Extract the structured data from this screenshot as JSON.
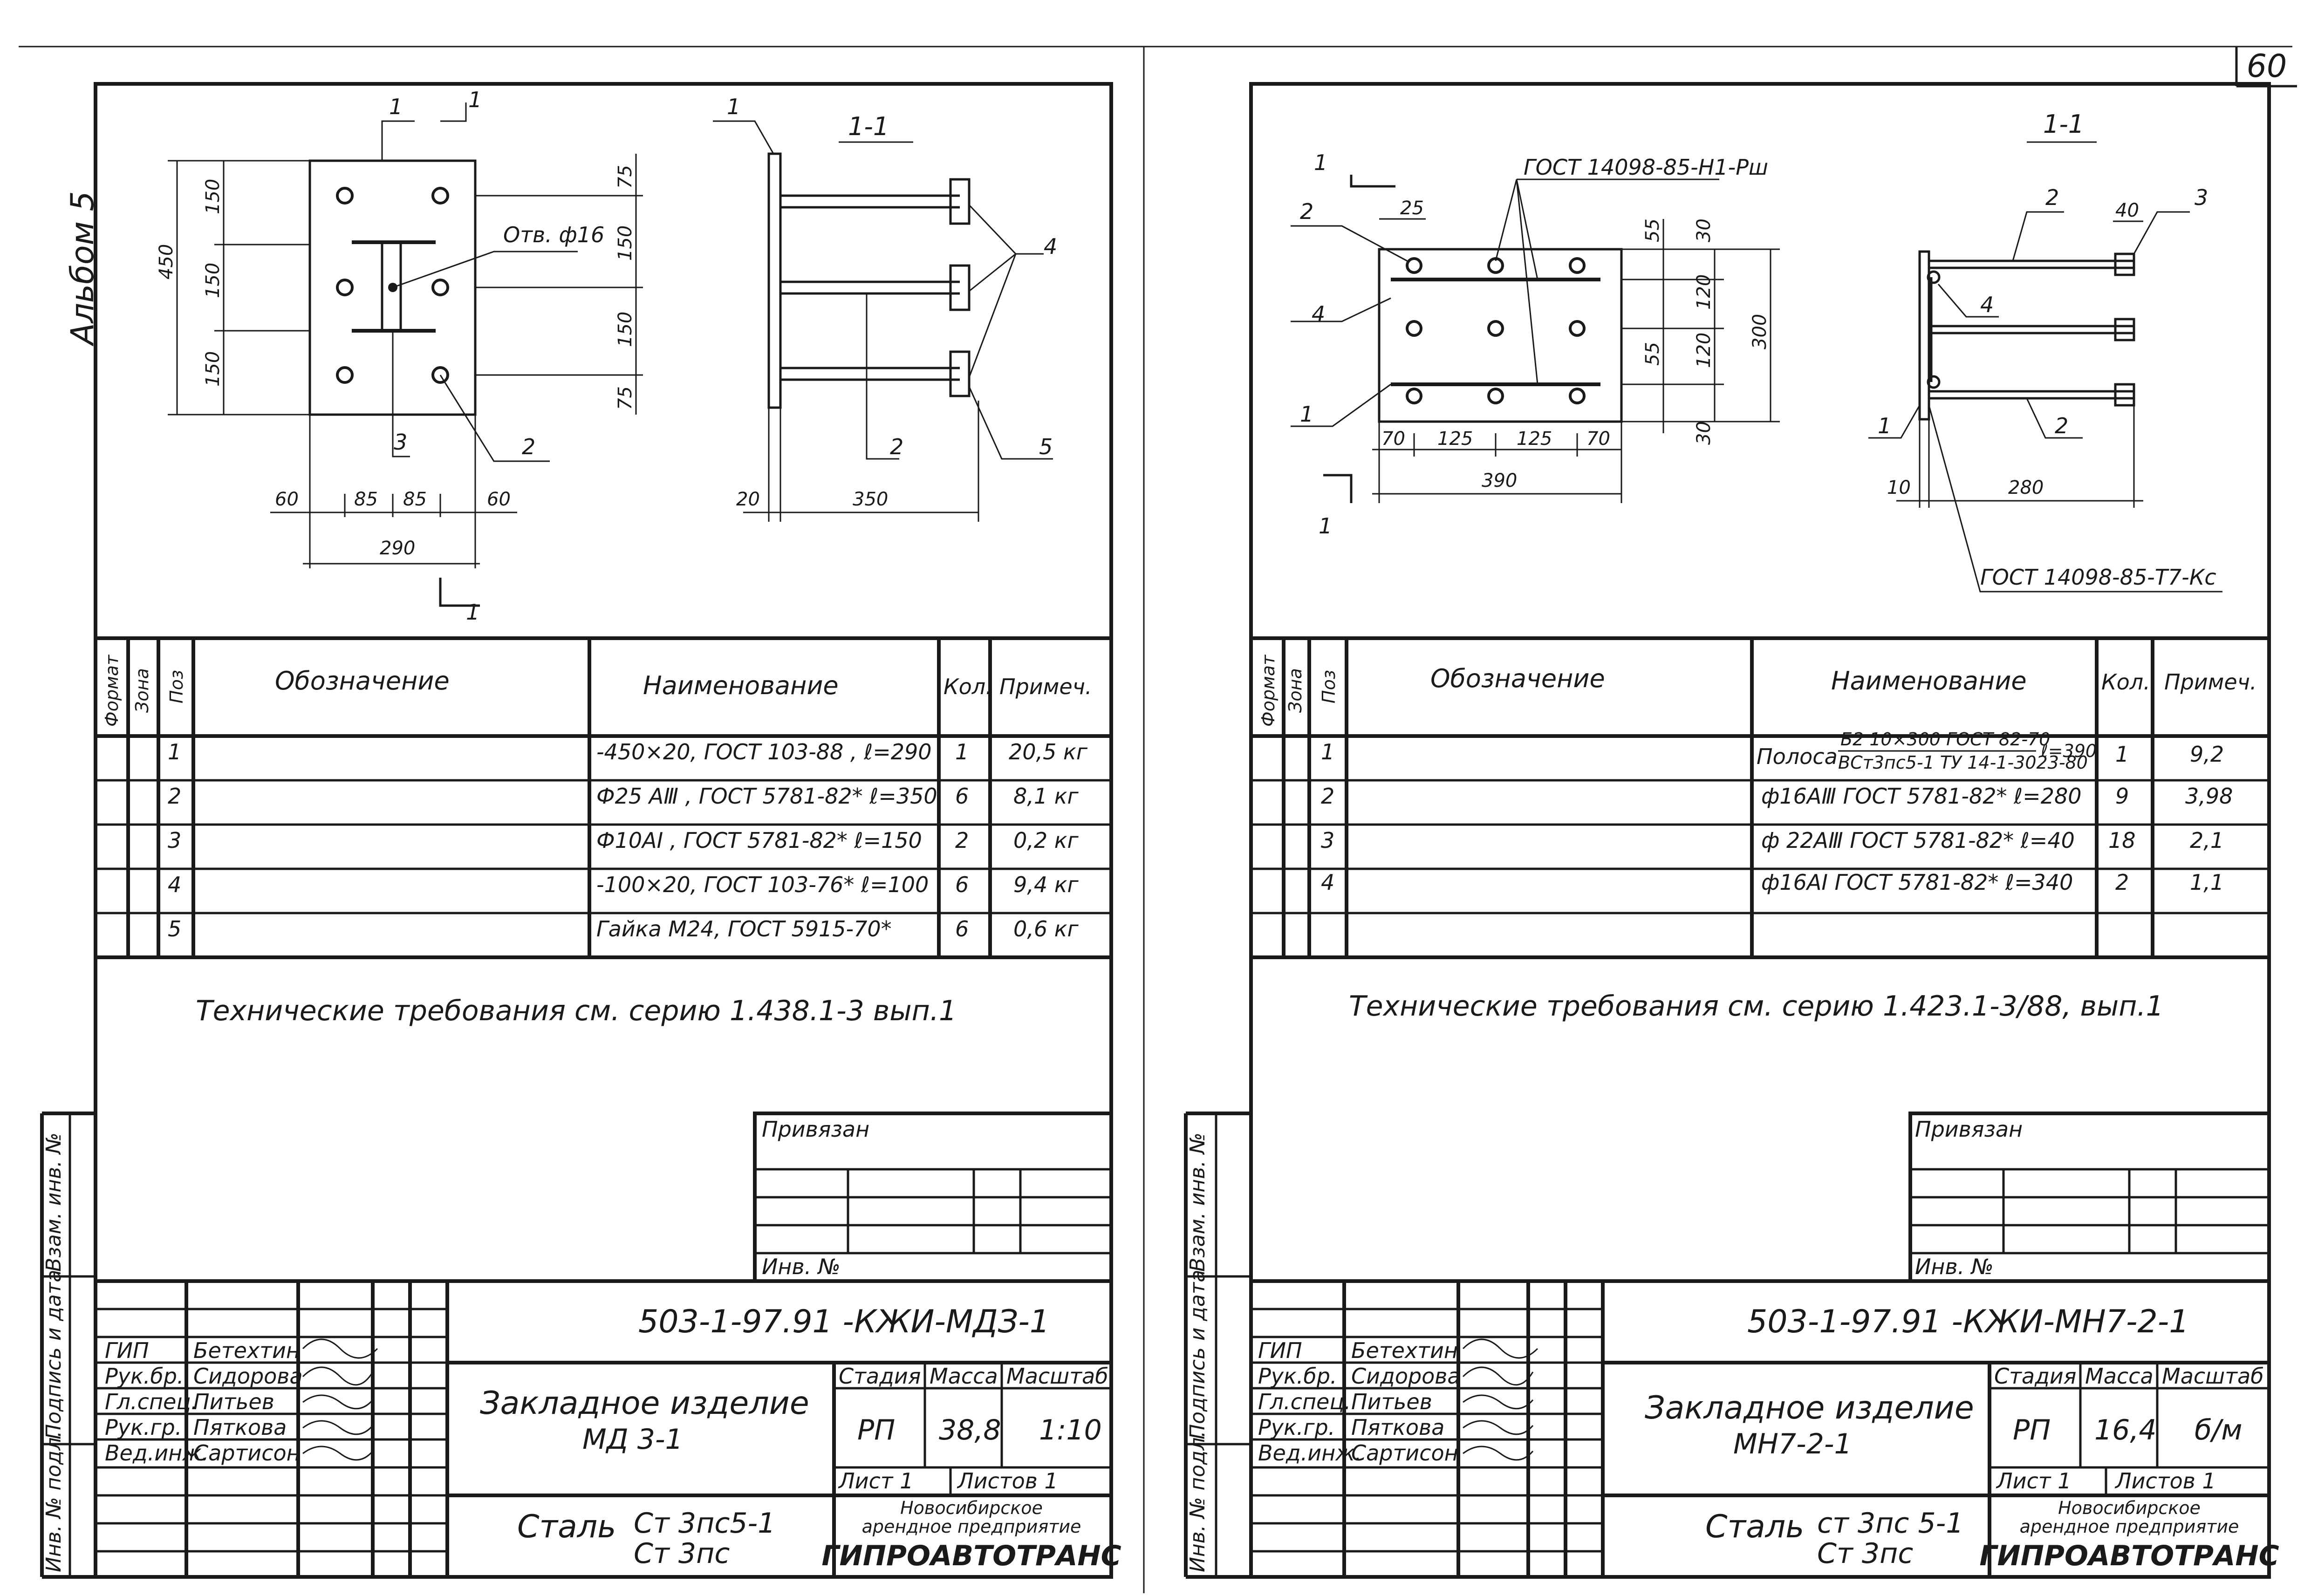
{
  "page_number": "60",
  "album_label": "Альбом 5",
  "left_sheet": {
    "drawing": {
      "labels": {
        "pos1": "1",
        "pos2": "2",
        "pos3": "3",
        "pos4": "4",
        "pos5": "5",
        "section_mark": "1",
        "section_title": "1-1",
        "hole_note": "Отв. ф16"
      },
      "dims": {
        "d450": "450",
        "d150a": "150",
        "d150b": "150",
        "d150c": "150",
        "r75a": "75",
        "r150a": "150",
        "r150b": "150",
        "r75b": "75",
        "b60a": "60",
        "b85a": "85",
        "b85b": "85",
        "b60b": "60",
        "b290": "290",
        "s20": "20",
        "s350": "350"
      }
    },
    "table": {
      "headers": {
        "format": "Формат",
        "zone": "Зона",
        "pos": "Поз",
        "designation": "Обозначение",
        "name": "Наименование",
        "qty": "Кол.",
        "note": "Примеч."
      },
      "rows": [
        {
          "pos": "1",
          "name": "-450×20, ГОСТ 103-88 ,    ℓ=290",
          "qty": "1",
          "note": "20,5 кг"
        },
        {
          "pos": "2",
          "name": "Ф25 АⅢ , ГОСТ 5781-82*   ℓ=350",
          "qty": "6",
          "note": "8,1 кг"
        },
        {
          "pos": "3",
          "name": "Ф10АI , ГОСТ 5781-82*  ℓ=150",
          "qty": "2",
          "note": "0,2 кг"
        },
        {
          "pos": "4",
          "name": "-100×20, ГОСТ 103-76*  ℓ=100",
          "qty": "6",
          "note": "9,4 кг"
        },
        {
          "pos": "5",
          "name": "Гайка М24, ГОСТ 5915-70*",
          "qty": "6",
          "note": "0,6 кг"
        }
      ]
    },
    "tech_req": "Технические требования см. серию 1.438.1-3 вып.1",
    "privyazan": "Привязан",
    "inv_no": "Инв. №",
    "side_labels": [
      "Взам. инв. №",
      "Подпись и дата",
      "Инв. № подл."
    ],
    "title_block": {
      "code": "503-1-97.91 -КЖИ-МДЗ-1",
      "roles": [
        "ГИП",
        "Рук.бр.",
        "Гл.спец.",
        "Рук.гр.",
        "Вед.инж."
      ],
      "names": [
        "Бетехтин",
        "Сидорова",
        "Питьев",
        "Пяткова",
        "Сартисон"
      ],
      "item_title": "Закладное изделие",
      "item_code": "МД 3-1",
      "stage_label": "Стадия",
      "mass_label": "Масса",
      "scale_label": "Масштаб",
      "stage": "РП",
      "mass": "38,8",
      "scale": "1:10",
      "sheet": "Лист 1",
      "sheets": "Листов 1",
      "steel_label": "Сталь",
      "steel1": "Ст 3пс5-1",
      "steel2": "Ст 3пс",
      "org1": "Новосибирское",
      "org2": "арендное предприятие",
      "org3": "ГИПРОАВТОТРАНС"
    }
  },
  "right_sheet": {
    "drawing": {
      "labels": {
        "gost_top": "ГОСТ 14098-85-Н1-Рш",
        "gost_bottom": "ГОСТ 14098-85-Т7-Кс",
        "section_title": "1-1",
        "section_mark": "1",
        "pos1": "1",
        "pos2": "2",
        "pos3": "3",
        "pos4": "4"
      },
      "dims": {
        "d25": "25",
        "d55a": "55",
        "d30a": "30",
        "d120a": "120",
        "d55b": "55",
        "d120b": "120",
        "d30b": "30",
        "d300": "300",
        "d70a": "70",
        "d125a": "125",
        "d125b": "125",
        "d70b": "70",
        "d390": "390",
        "d40": "40",
        "d10": "10",
        "d280": "280"
      }
    },
    "table": {
      "headers": {
        "format": "Формат",
        "zone": "Зона",
        "pos": "Поз",
        "designation": "Обозначение",
        "name": "Наименование",
        "qty": "Кол.",
        "note": "Примеч."
      },
      "row1_prefix": "Полоса",
      "row1_top": "Б2 10×300 ГОСТ 82-70",
      "row1_bottom": "ВСт3пс5-1 ТУ 14-1-3023-80",
      "row1_len": "ℓ=390",
      "rows": [
        {
          "pos": "1",
          "name": "",
          "qty": "1",
          "note": "9,2"
        },
        {
          "pos": "2",
          "name": "ф16АⅢ ГОСТ 5781-82*    ℓ=280",
          "qty": "9",
          "note": "3,98"
        },
        {
          "pos": "3",
          "name": "ф 22АⅢ ГОСТ 5781-82*    ℓ=40",
          "qty": "18",
          "note": "2,1"
        },
        {
          "pos": "4",
          "name": "ф16АI ГОСТ 5781-82*  ℓ=340",
          "qty": "2",
          "note": "1,1"
        }
      ]
    },
    "tech_req": "Технические требования см. серию 1.423.1-3/88, вып.1",
    "privyazan": "Привязан",
    "inv_no": "Инв. №",
    "side_labels": [
      "Взам. инв. №",
      "Подпись и дата",
      "Инв. № подл."
    ],
    "title_block": {
      "code": "503-1-97.91 -КЖИ-МН7-2-1",
      "roles": [
        "ГИП",
        "Рук.бр.",
        "Гл.спец.",
        "Рук.гр.",
        "Вед.инж."
      ],
      "names": [
        "Бетехтин",
        "Сидорова",
        "Питьев",
        "Пяткова",
        "Сартисон"
      ],
      "item_title": "Закладное изделие",
      "item_code": "МН7-2-1",
      "stage_label": "Стадия",
      "mass_label": "Масса",
      "scale_label": "Масштаб",
      "stage": "РП",
      "mass": "16,4",
      "scale": "б/м",
      "sheet": "Лист 1",
      "sheets": "Листов 1",
      "steel_label": "Сталь",
      "steel1": "ст 3пс 5-1",
      "steel2": "Ст 3пс",
      "org1": "Новосибирское",
      "org2": "арендное предприятие",
      "org3": "ГИПРОАВТОТРАНС"
    }
  }
}
